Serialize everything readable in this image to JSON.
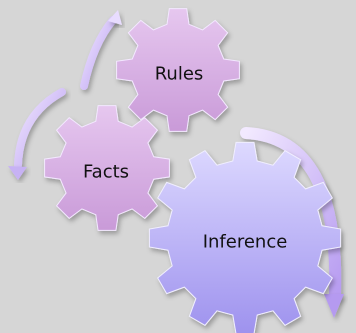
{
  "gears": {
    "rules": {
      "label": "Rules"
    },
    "facts": {
      "label": "Facts"
    },
    "inference": {
      "label": "Inference"
    }
  },
  "colors": {
    "background": "#d6d6d6",
    "small_gear_top": "#e6c7ef",
    "small_gear_bottom": "#c99ad8",
    "large_gear_top": "#ddd9ff",
    "large_gear_bottom": "#9e92ee",
    "arrow_light": "#efe4ff",
    "arrow_dark": "#b89df1"
  }
}
